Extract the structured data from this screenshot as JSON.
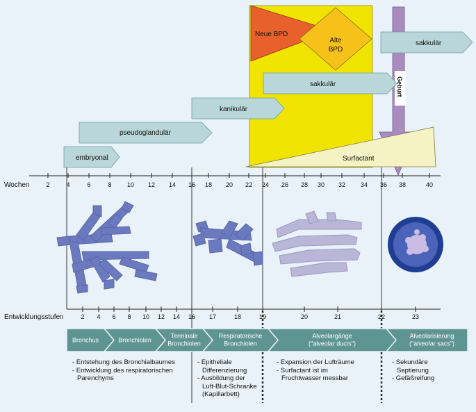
{
  "top_bars": {
    "embryonal": "embryonal",
    "pseudoglandular": "pseudoglandulär",
    "kanikular": "kanikulär",
    "sakkular_mid": "sakkulär",
    "sakkular_right": "sakkulär",
    "neue_bpd": "Neue BPD",
    "alte_bpd_1": "Alte",
    "alte_bpd_2": "BPD",
    "geburt": "Geburt",
    "surfactant": "Surfactant"
  },
  "wochen_axis": {
    "label": "Wochen",
    "ticks": [
      "2",
      "4",
      "6",
      "8",
      "10",
      "12",
      "14",
      "16",
      "18",
      "20",
      "22",
      "24",
      "26",
      "28",
      "30",
      "32",
      "34",
      "36",
      "38",
      "40"
    ]
  },
  "stufen_axis": {
    "label": "Entwicklungsstufen",
    "ticks": [
      "2",
      "4",
      "6",
      "8",
      "10",
      "12",
      "14",
      "16",
      "17",
      "18",
      "19",
      "20",
      "21",
      "22",
      "23"
    ]
  },
  "stages": [
    {
      "line1": "Bronchus",
      "line2": ""
    },
    {
      "line1": "Bronchiolen",
      "line2": ""
    },
    {
      "line1": "Terminale",
      "line2": "Bronchiolen"
    },
    {
      "line1": "Respiratorische",
      "line2": "Bronchiolen"
    },
    {
      "line1": "Alveolargänge",
      "line2": "(\"alveolar ducts\")"
    },
    {
      "line1": "Alveolarisierung",
      "line2": "(\"alveolar sacs\")"
    }
  ],
  "notes": {
    "col1": [
      "- Entstehung des Bronchialbaumes",
      "- Entwicklung des respiratorischen",
      "  Parenchyms"
    ],
    "col2": [
      "- Epitheliale",
      "  Differenzierung",
      "- Ausbildung der",
      "  Luft-Blut-Schranke",
      "  (Kapillarbett)"
    ],
    "col3": [
      "- Expansion der Lufträume",
      "- Surfactant ist im",
      "  Fruchtwasser messbar"
    ],
    "col4": [
      "- Sekundäre",
      "  Septierung",
      "- Gefäßreifung"
    ]
  },
  "colors": {
    "background": "#e9f2f8",
    "bar_fill": "#b9d6d8",
    "bar_stroke": "#6a9fa4",
    "yellow_box": "#f0e400",
    "neue_bpd": "#e8602c",
    "alte_bpd": "#f6c21a",
    "geburt": "#a98bc2",
    "surfactant": "#f5f3c4",
    "stage_band": "#5e9492",
    "tissue_blue": "#6b79bf",
    "tissue_light": "#b9b6d8",
    "sac_dark": "#1f3e93"
  }
}
